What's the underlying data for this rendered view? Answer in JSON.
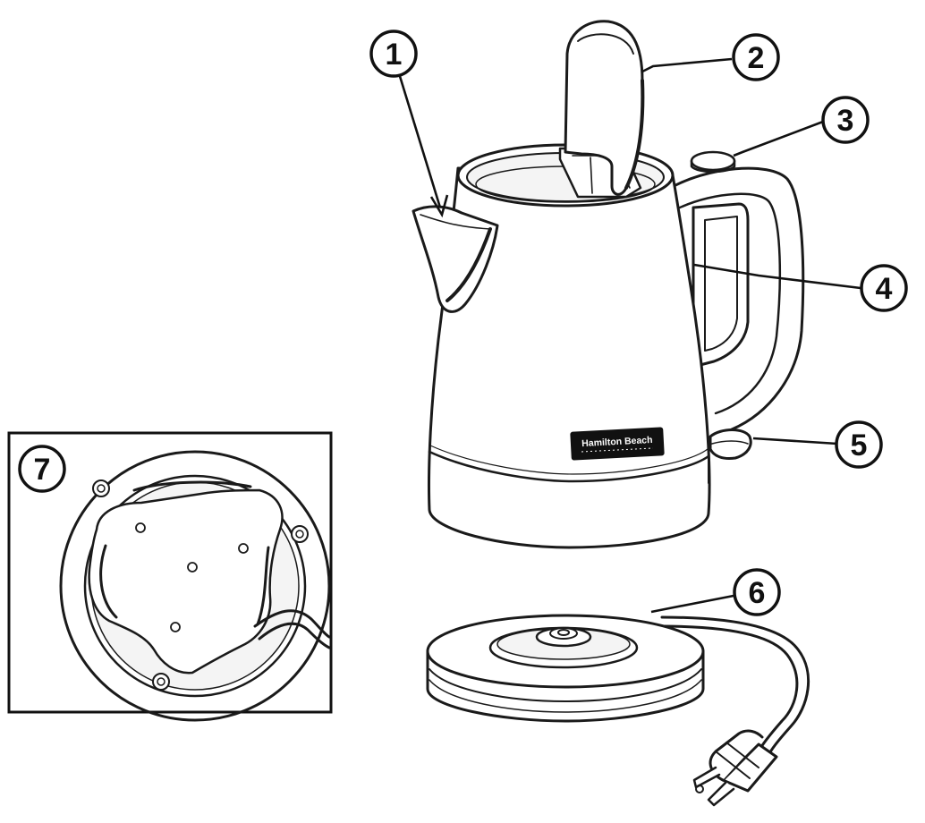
{
  "diagram": {
    "colors": {
      "ink": "#1a1a1a",
      "paper": "#ffffff",
      "logo_plate": "#111111"
    },
    "callouts": [
      {
        "id": "1",
        "label": "1"
      },
      {
        "id": "2",
        "label": "2"
      },
      {
        "id": "3",
        "label": "3"
      },
      {
        "id": "4",
        "label": "4"
      },
      {
        "id": "5",
        "label": "5"
      },
      {
        "id": "6",
        "label": "6"
      },
      {
        "id": "7",
        "label": "7"
      }
    ],
    "logo": {
      "brand": "Hamilton Beach"
    }
  }
}
